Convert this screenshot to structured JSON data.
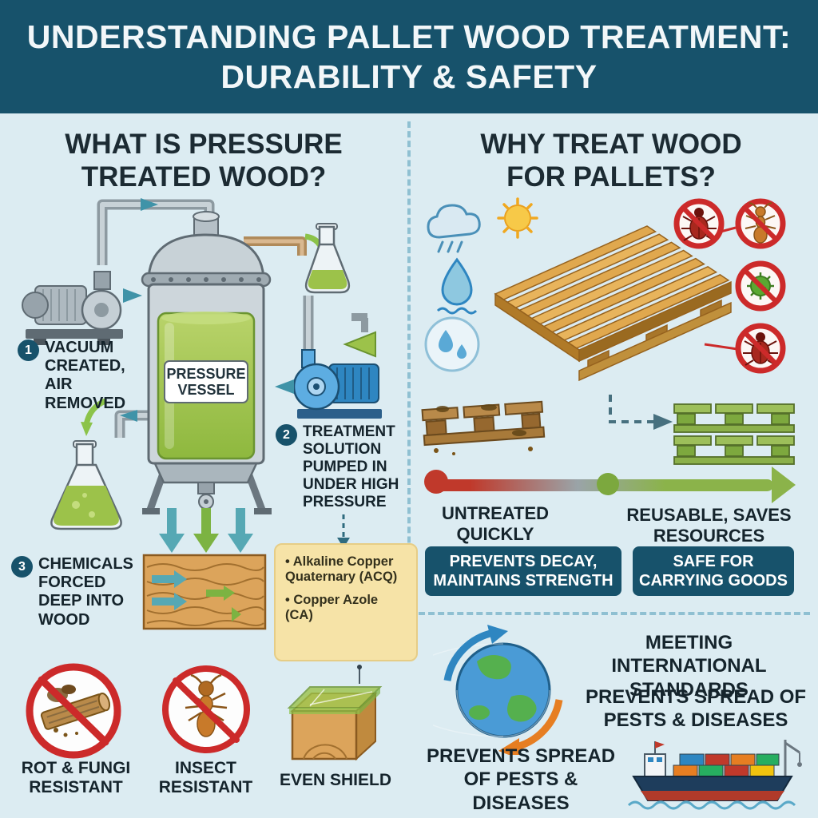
{
  "colors": {
    "header_bg": "#17526b",
    "page_bg": "#dcecf2",
    "accent_teal": "#3f93a8",
    "green": "#8bc34a",
    "red": "#cc2a2a",
    "chem_box_bg": "#f6e3a7",
    "banner_bg": "#17526b",
    "wood": "#dca45b"
  },
  "header": {
    "lines": [
      "UNDERSTANDING PALLET WOOD TREATMENT:",
      "DURABILITY & SAFETY"
    ]
  },
  "left": {
    "title_lines": [
      "WHAT IS PRESSURE",
      "TREATED WOOD?"
    ],
    "vessel_label": "PRESSURE VESSEL",
    "steps": [
      {
        "num": "1",
        "text": "VACUUM CREATED, AIR REMOVED"
      },
      {
        "num": "2",
        "text": "TREATMENT SOLUTION PUMPED IN UNDER HIGH PRESSURE"
      },
      {
        "num": "3",
        "text": "CHEMICALS FORCED DEEP INTO WOOD"
      }
    ],
    "chemicals": [
      "Alkaline Copper Quaternary (ACQ)",
      "Copper Azole (CA)"
    ],
    "badges": [
      "ROT & FUNGI RESISTANT",
      "INSECT RESISTANT",
      "EVEN SHIELD"
    ]
  },
  "right": {
    "title_lines": [
      "WHY TREAT WOOD",
      "FOR PALLETS?"
    ],
    "untreated_label": "UNTREATED QUICKLY",
    "treated_label": "REUSABLE, SAVES RESOURCES",
    "banners": [
      "PREVENTS DECAY, MAINTAINS STRENGTH",
      "SAFE FOR CARRYING GOODS"
    ],
    "standards_label": "MEETING INTERNATIONAL STANDARDS",
    "pests_label_top": "PREVENTS SPREAD OF PESTS & DISEASES",
    "pests_label_bottom": "PREVENTS SPREAD OF PESTS & DISEASES"
  }
}
